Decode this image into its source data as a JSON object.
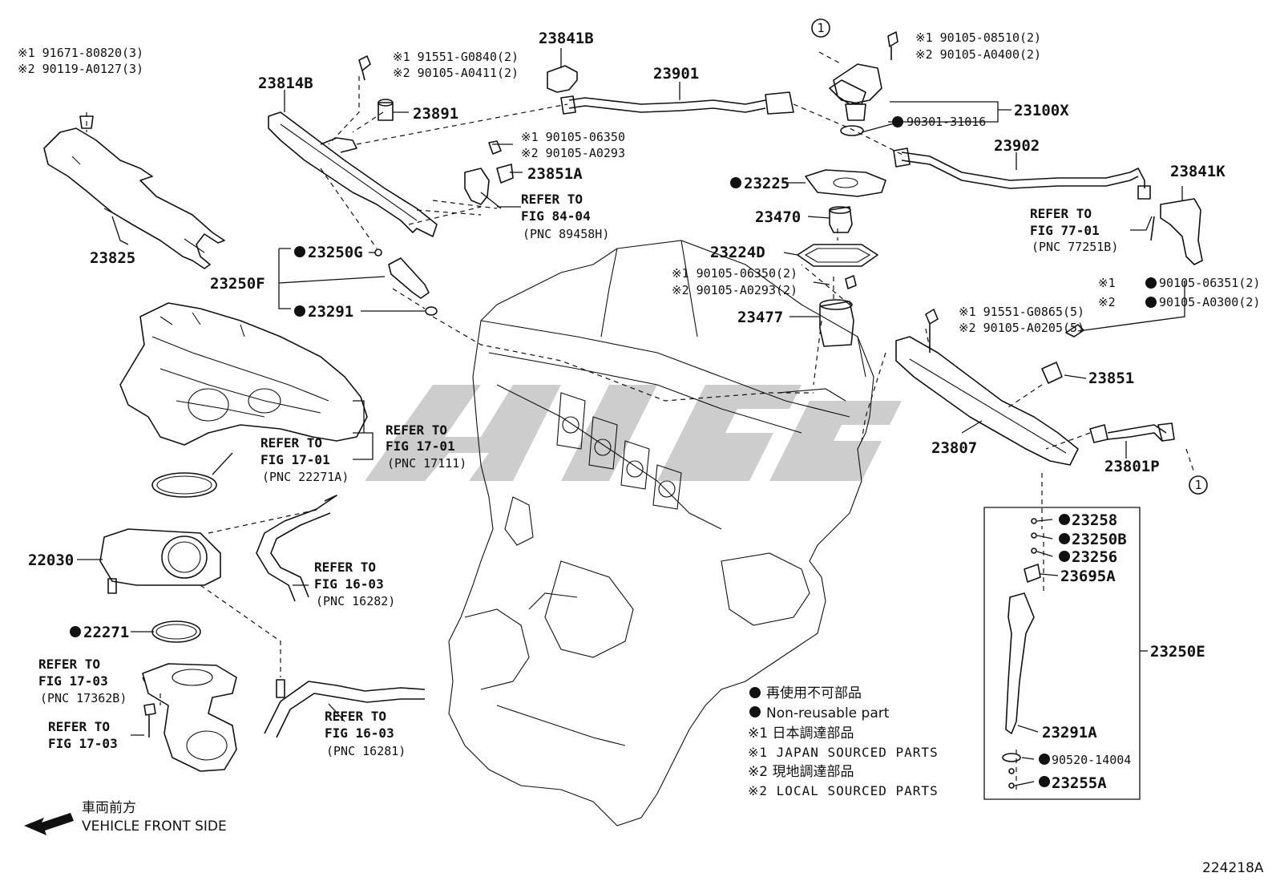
{
  "diagram_id": "224218A",
  "legend": {
    "non_reusable_jp": "再使用不可部品",
    "non_reusable_en": "Non-reusable part",
    "mark1_jp": "※1 日本調達部品",
    "mark1_en": "※1 JAPAN SOURCED PARTS",
    "mark2_jp": "※2 現地調達部品",
    "mark2_en": "※2 LOCAL SOURCED PARTS"
  },
  "front": {
    "jp": "車両前方",
    "en": "VEHICLE FRONT SIDE"
  },
  "callout_ref": "1",
  "labels": {
    "p23825": "23825",
    "b23825a": "※1 91671-80820(3)",
    "b23825b": "※2 90119-A0127(3)",
    "p23814B": "23814B",
    "b23814a": "※1 91551-G0840(2)",
    "b23814b": "※2 90105-A0411(2)",
    "p23891": "23891",
    "p23841B": "23841B",
    "p23901": "23901",
    "b23100a": "※1 90105-08510(2)",
    "b23100b": "※2 90105-A0400(2)",
    "p23100X": "23100X",
    "p90301": "90301-31016",
    "b23851Aa": "※1 90105-06350",
    "b23851Ab": "※2 90105-A0293",
    "p23851A": "23851A",
    "p23902": "23902",
    "p23841K": "23841K",
    "p23225": "23225",
    "p23470": "23470",
    "p23224D": "23224D",
    "b23477a": "※1 90105-06350(2)",
    "b23477b": "※2 90105-A0293(2)",
    "p23477": "23477",
    "p23250G": "23250G",
    "p23250F": "23250F",
    "p23291": "23291",
    "b23807a1": "※1",
    "b23807a": "90105-06351(2)",
    "b23807b1": "※2",
    "b23807b": "90105-A0300(2)",
    "b23807c": "※1 91551-G0865(5)",
    "b23807d": "※2 90105-A0205(5)",
    "p23851": "23851",
    "p23807": "23807",
    "p23801P": "23801P",
    "p22030": "22030",
    "p22271": "22271",
    "p23258": "23258",
    "p23250B": "23250B",
    "p23256": "23256",
    "p23695A": "23695A",
    "p23250E": "23250E",
    "p23291A": "23291A",
    "p90520": "90520-14004",
    "p23255A": "23255A"
  },
  "refs": {
    "r8404": {
      "l1": "REFER TO",
      "l2": "FIG 84-04",
      "pnc": "(PNC 89458H)"
    },
    "r7701": {
      "l1": "REFER TO",
      "l2": "FIG 77-01",
      "pnc": "(PNC 77251B)"
    },
    "r1701a": {
      "l1": "REFER TO",
      "l2": "FIG 17-01",
      "pnc": "(PNC 17111)"
    },
    "r1701b": {
      "l1": "REFER TO",
      "l2": "FIG 17-01",
      "pnc": "(PNC 22271A)"
    },
    "r1603a": {
      "l1": "REFER TO",
      "l2": "FIG 16-03",
      "pnc": "(PNC 16282)"
    },
    "r1703a": {
      "l1": "REFER TO",
      "l2": "FIG 17-03",
      "pnc": "(PNC 17362B)"
    },
    "r1703b": {
      "l1": "REFER TO",
      "l2": "FIG 17-03"
    },
    "r1603b": {
      "l1": "REFER TO",
      "l2": "FIG 16-03",
      "pnc": "(PNC 16281)"
    }
  }
}
